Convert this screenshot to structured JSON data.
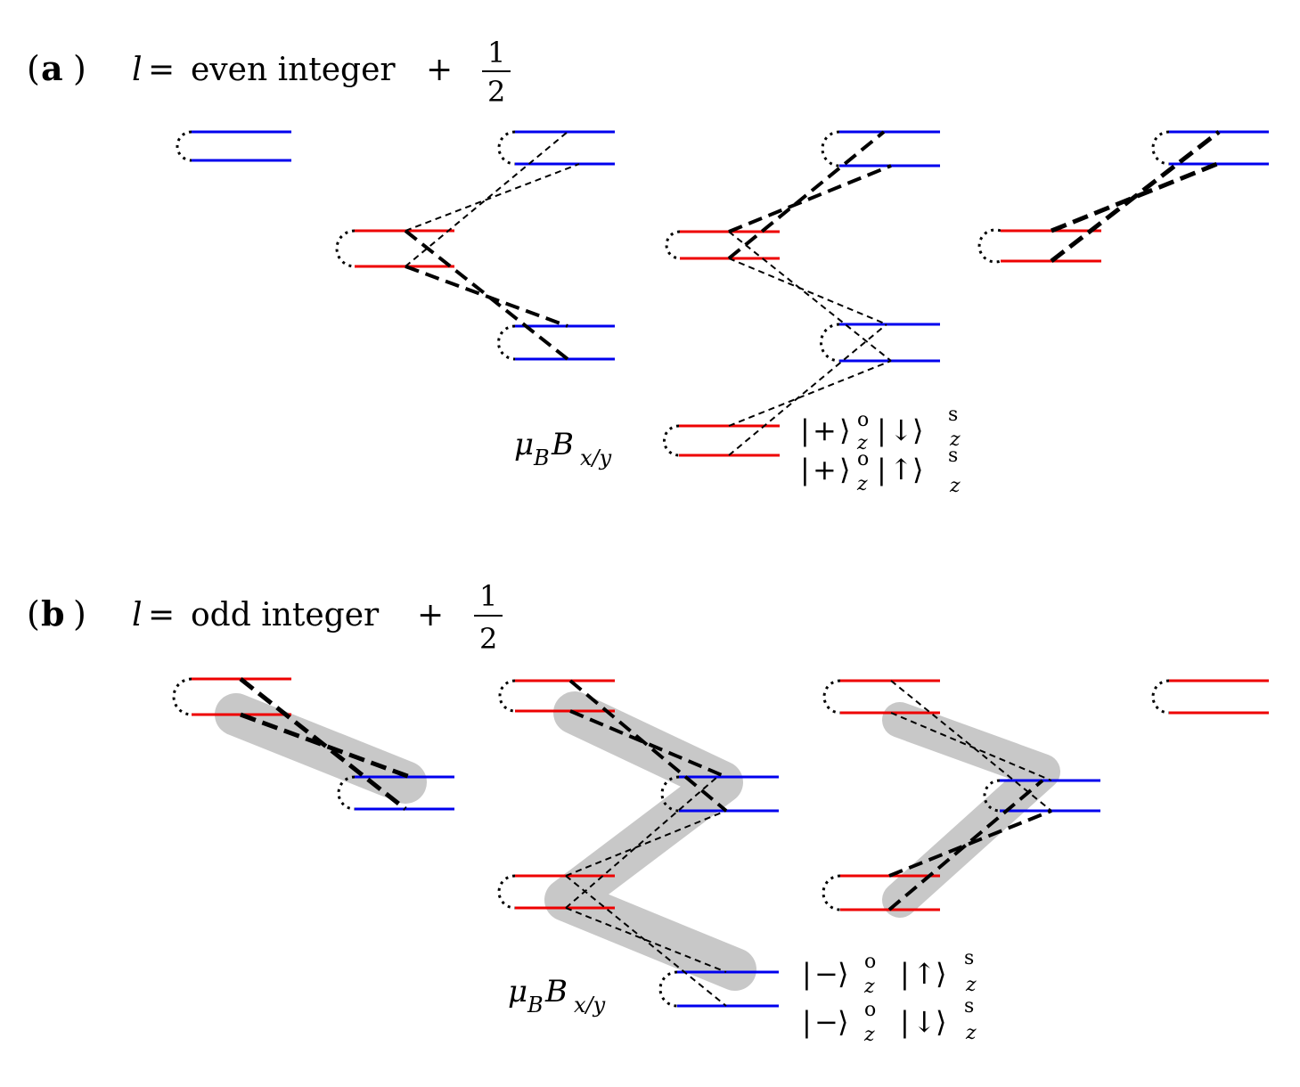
{
  "panels": [
    {
      "label": "a",
      "eq_var": "l",
      "eq_op": "=",
      "eq_text": "even integer",
      "eq_plus": "+",
      "frac_num": "1",
      "frac_den": "2",
      "field_label": "μ",
      "field_sub_B": "B",
      "field_sub_dir": "x/y",
      "state_upper": {
        "orb": "+",
        "orb_sup": "o",
        "orb_sub": "z",
        "spin": "↓",
        "spin_sup": "s",
        "spin_sub": "z"
      },
      "state_lower": {
        "orb": "+",
        "orb_sup": "o",
        "orb_sub": "z",
        "spin": "↑",
        "spin_sup": "s",
        "spin_sub": "z"
      }
    },
    {
      "label": "b",
      "eq_var": "l",
      "eq_op": "=",
      "eq_text": "odd integer",
      "eq_plus": "+",
      "frac_num": "1",
      "frac_den": "2",
      "field_label": "μ",
      "field_sub_B": "B",
      "field_sub_dir": "x/y",
      "state_upper": {
        "orb": "−",
        "orb_sup": "o",
        "orb_sub": "z",
        "spin": "↑",
        "spin_sup": "s",
        "spin_sub": "z"
      },
      "state_lower": {
        "orb": "−",
        "orb_sup": "o",
        "orb_sub": "z",
        "spin": "↓",
        "spin_sup": "s",
        "spin_sub": "z"
      }
    }
  ],
  "colors": {
    "blue_level": "#0000ee",
    "red_level": "#ee0000",
    "coupling": "#000000",
    "highlight": "#c8c8c8"
  }
}
